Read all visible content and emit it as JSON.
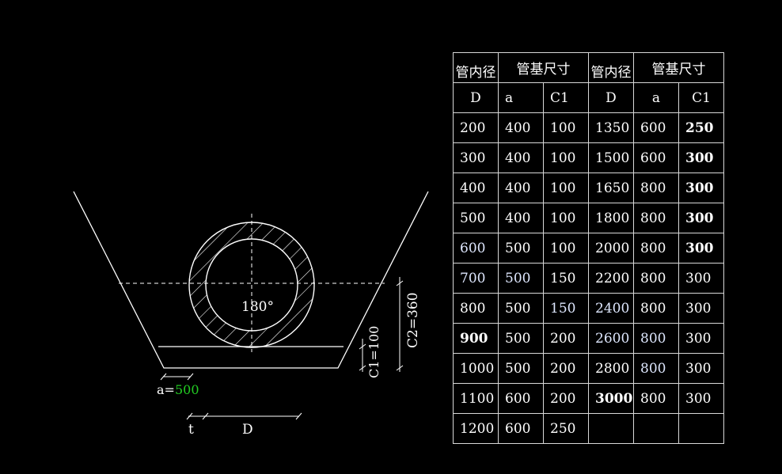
{
  "drawing": {
    "angle_label": "180°",
    "a_label": "a=",
    "a_value": "500",
    "c1_label": "C1=100",
    "c2_label": "C2=360",
    "t_label": "t",
    "d_label": "D"
  },
  "table": {
    "headers": {
      "inner_diameter": "管内径",
      "base_size": "管基尺寸",
      "D": "D",
      "a": "a",
      "C1": "C1"
    },
    "rows": [
      [
        "200",
        "400",
        "100",
        "1350",
        "600",
        "250"
      ],
      [
        "300",
        "400",
        "100",
        "1500",
        "600",
        "300"
      ],
      [
        "400",
        "400",
        "100",
        "1650",
        "800",
        "300"
      ],
      [
        "500",
        "400",
        "100",
        "1800",
        "800",
        "300"
      ],
      [
        "600",
        "500",
        "100",
        "2000",
        "800",
        "300"
      ],
      [
        "700",
        "500",
        "150",
        "2200",
        "800",
        "300"
      ],
      [
        "800",
        "500",
        "150",
        "2400",
        "800",
        "300"
      ],
      [
        "900",
        "500",
        "200",
        "2600",
        "800",
        "300"
      ],
      [
        "1000",
        "500",
        "200",
        "2800",
        "800",
        "300"
      ],
      [
        "1100",
        "600",
        "200",
        "3000",
        "800",
        "300"
      ],
      [
        "1200",
        "600",
        "250",
        "",
        "",
        ""
      ]
    ]
  },
  "colors": {
    "background": "#000000",
    "lines": "#ffffff",
    "dimension_value": "#22cc22"
  }
}
